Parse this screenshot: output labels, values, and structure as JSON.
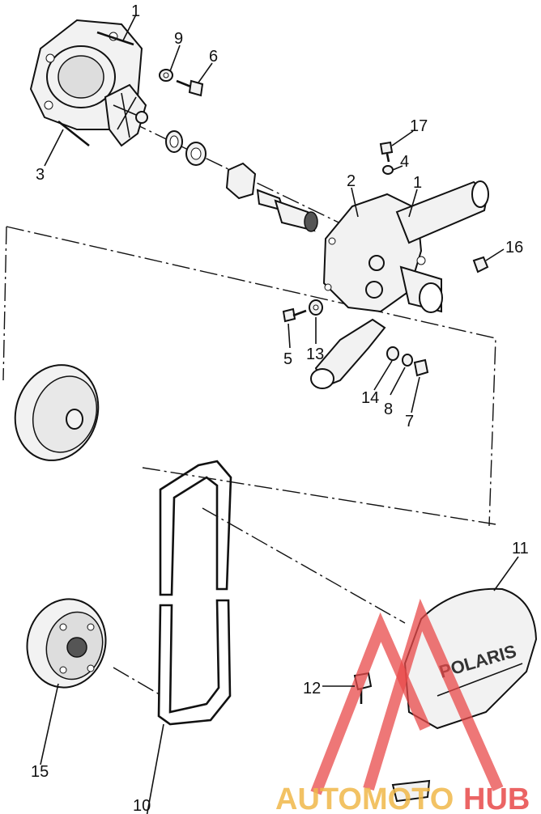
{
  "diagram": {
    "callouts": [
      {
        "id": "c1a",
        "text": "1"
      },
      {
        "id": "c9",
        "text": "9"
      },
      {
        "id": "c6",
        "text": "6"
      },
      {
        "id": "c3",
        "text": "3"
      },
      {
        "id": "c17",
        "text": "17"
      },
      {
        "id": "c4",
        "text": "4"
      },
      {
        "id": "c2",
        "text": "2"
      },
      {
        "id": "c1b",
        "text": "1"
      },
      {
        "id": "c16",
        "text": "16"
      },
      {
        "id": "c5",
        "text": "5"
      },
      {
        "id": "c13",
        "text": "13"
      },
      {
        "id": "c14",
        "text": "14"
      },
      {
        "id": "c8",
        "text": "8"
      },
      {
        "id": "c7",
        "text": "7"
      },
      {
        "id": "c11",
        "text": "11"
      },
      {
        "id": "c12",
        "text": "12"
      },
      {
        "id": "c15",
        "text": "15"
      },
      {
        "id": "c10",
        "text": "10"
      }
    ],
    "cover_logo_text": "POLARIS"
  },
  "watermark": {
    "text_part1": "AUTOMOTO",
    "text_part2": "HUB",
    "color_primary": "#e84a4a",
    "color_secondary": "#f0b84a"
  }
}
